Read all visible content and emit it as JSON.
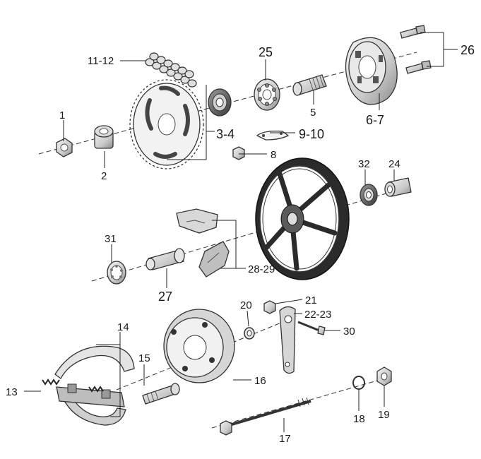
{
  "labels": {
    "l_1": "1",
    "l_2": "2",
    "l_3_4": "3-4",
    "l_5": "5",
    "l_6_7": "6-7",
    "l_8": "8",
    "l_9_10": "9-10",
    "l_11_12": "11-12",
    "l_13": "13",
    "l_14": "14",
    "l_15": "15",
    "l_16": "16",
    "l_17": "17",
    "l_18": "18",
    "l_19": "19",
    "l_20": "20",
    "l_21": "21",
    "l_22_23": "22-23",
    "l_24": "24",
    "l_25": "25",
    "l_26": "26",
    "l_27": "27",
    "l_28_29": "28-29",
    "l_30": "30",
    "l_31": "31",
    "l_32": "32"
  },
  "colors": {
    "line": "#222222",
    "part_light": "#e6e6e6",
    "part_mid": "#bdbdbd",
    "part_dark": "#6e6e6e",
    "wheel": "#2b2b2b"
  }
}
